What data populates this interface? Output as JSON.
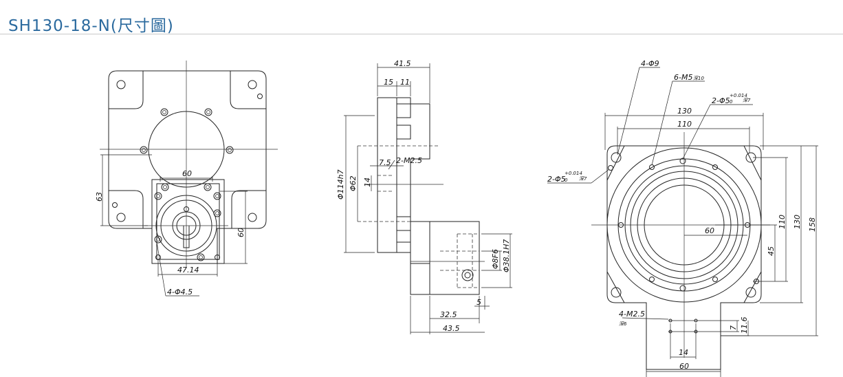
{
  "title": "SH130-18-N(尺寸圖)",
  "front_view": {
    "dim_60_top": "60",
    "dim_63": "63",
    "dim_60_right": "60",
    "dim_47_14": "47.14",
    "label_holes": "4-Φ4.5"
  },
  "side_view": {
    "dim_41_5": "41.5",
    "dim_15": "15",
    "dim_11": "11",
    "dim_7_5": "7.5",
    "label_m25": "2-M2.5",
    "dim_14": "14",
    "dim_62": "Φ62",
    "dim_114": "Φ114h7",
    "dim_8f6": "Φ8F6",
    "dim_38": "Φ38.1H7",
    "dim_5": "5",
    "dim_32_5": "32.5",
    "dim_43_5": "43.5"
  },
  "flange_view": {
    "label_4_phi9": "4-Φ9",
    "label_6_m5": "6-M5",
    "label_6_m5_depth": "深10",
    "label_2_phi5_top": "2-Φ5",
    "label_2_phi5_tol": "+0.014",
    "label_2_phi5_tol0": "0",
    "label_2_phi5_depth": "深7",
    "label_2_phi5_left": "2-Φ5",
    "dim_130_top": "130",
    "dim_110_top": "110",
    "dim_60_inner": "60",
    "dim_45": "45",
    "dim_110_right": "110",
    "dim_130_right": "130",
    "dim_158": "158",
    "label_4_m25": "4-M2.5",
    "label_4_m25_depth": "深6",
    "dim_7": "7",
    "dim_11_6": "11.6",
    "dim_14": "14",
    "dim_60_bottom": "60"
  }
}
